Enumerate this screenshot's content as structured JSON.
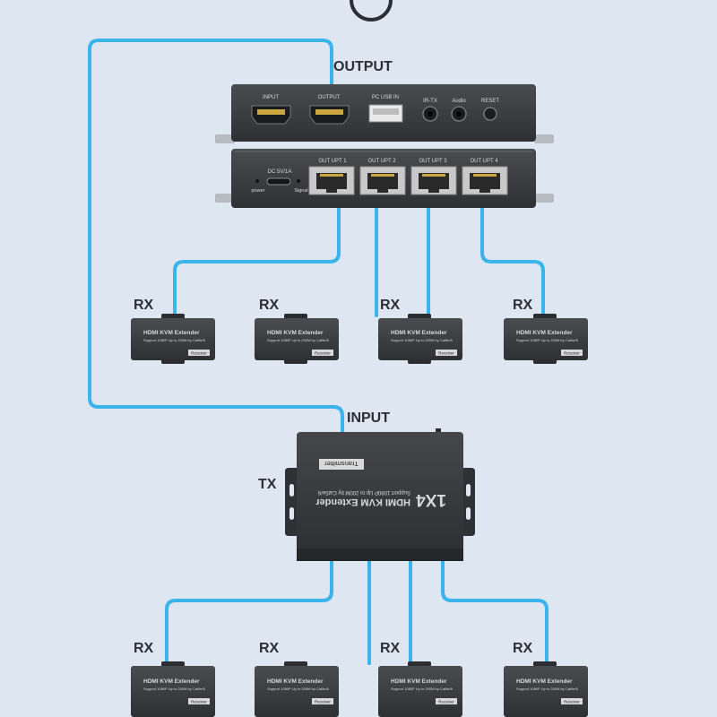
{
  "labels": {
    "output": "OUTPUT",
    "input": "INPUT",
    "tx": "TX",
    "rx": "RX"
  },
  "splitter": {
    "top_ports": [
      "INPUT",
      "OUTPUT",
      "PC USB IN",
      "IR-TX",
      "Audio",
      "RESET"
    ],
    "bottom_ports": [
      "OUT UPT 1",
      "OUT UPT 2",
      "OUT UPT 3",
      "OUT UPT 4"
    ],
    "dc_label": "DC 5V/1A",
    "power_label": "power",
    "signal_label": "Signal"
  },
  "rx_device": {
    "title": "HDMI KVM Extender",
    "subtitle": "Support 1080P Up to 200M by Cat5e/6",
    "tag": "Receiver"
  },
  "tx_device": {
    "model": "1X4",
    "title": "HDMI KVM Extender",
    "subtitle": "Support 1080P Up to 200M by Cat5e/6",
    "tag": "Transmitter"
  },
  "colors": {
    "cable": "#3ab4ea",
    "device": "#3b3d41",
    "device_dark": "#2b2d30",
    "background": "#dde6f1"
  }
}
